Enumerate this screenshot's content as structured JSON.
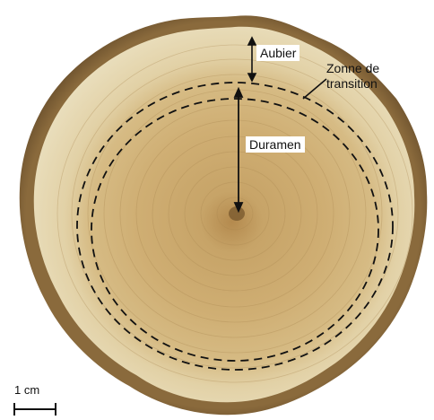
{
  "annotations": {
    "sapwood": "Aubier",
    "transition_line1": "Zonne de",
    "transition_line2": "transition",
    "heartwood": "Duramen"
  },
  "scale_bar": {
    "label": "1 cm"
  },
  "colors": {
    "bark": "#6e5532",
    "sapwood": "#e6d8b4",
    "heartwood": "#c9a668",
    "pith": "#7a5a2e",
    "boundary_line": "#111111",
    "background": "#ffffff"
  }
}
